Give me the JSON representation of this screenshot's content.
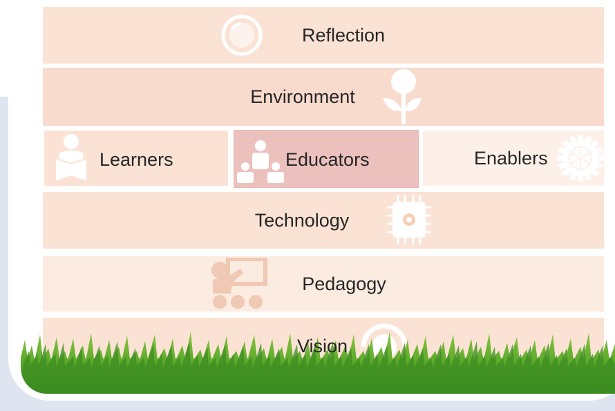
{
  "layers": {
    "reflection": {
      "label": "Reflection",
      "icon": "lens-icon"
    },
    "environment": {
      "label": "Environment",
      "icon": "plant-icon"
    },
    "learners": {
      "label": "Learners",
      "icon": "reader-icon"
    },
    "educators": {
      "label": "Educators",
      "icon": "teacher-icon"
    },
    "enablers": {
      "label": "Enablers",
      "icon": "gear-icon"
    },
    "technology": {
      "label": "Technology",
      "icon": "chip-icon"
    },
    "pedagogy": {
      "label": "Pedagogy",
      "icon": "presentation-icon"
    },
    "vision": {
      "label": "Vision",
      "icon": "eye-icon"
    }
  },
  "colors": {
    "band_light": "#fce9dd",
    "band_medium": "#f9d9c6",
    "educators_fill": "#ecc1bd",
    "background_panel": "#dfe4f1",
    "icon_white": "#ffffff",
    "grass": "#5aa82c"
  }
}
